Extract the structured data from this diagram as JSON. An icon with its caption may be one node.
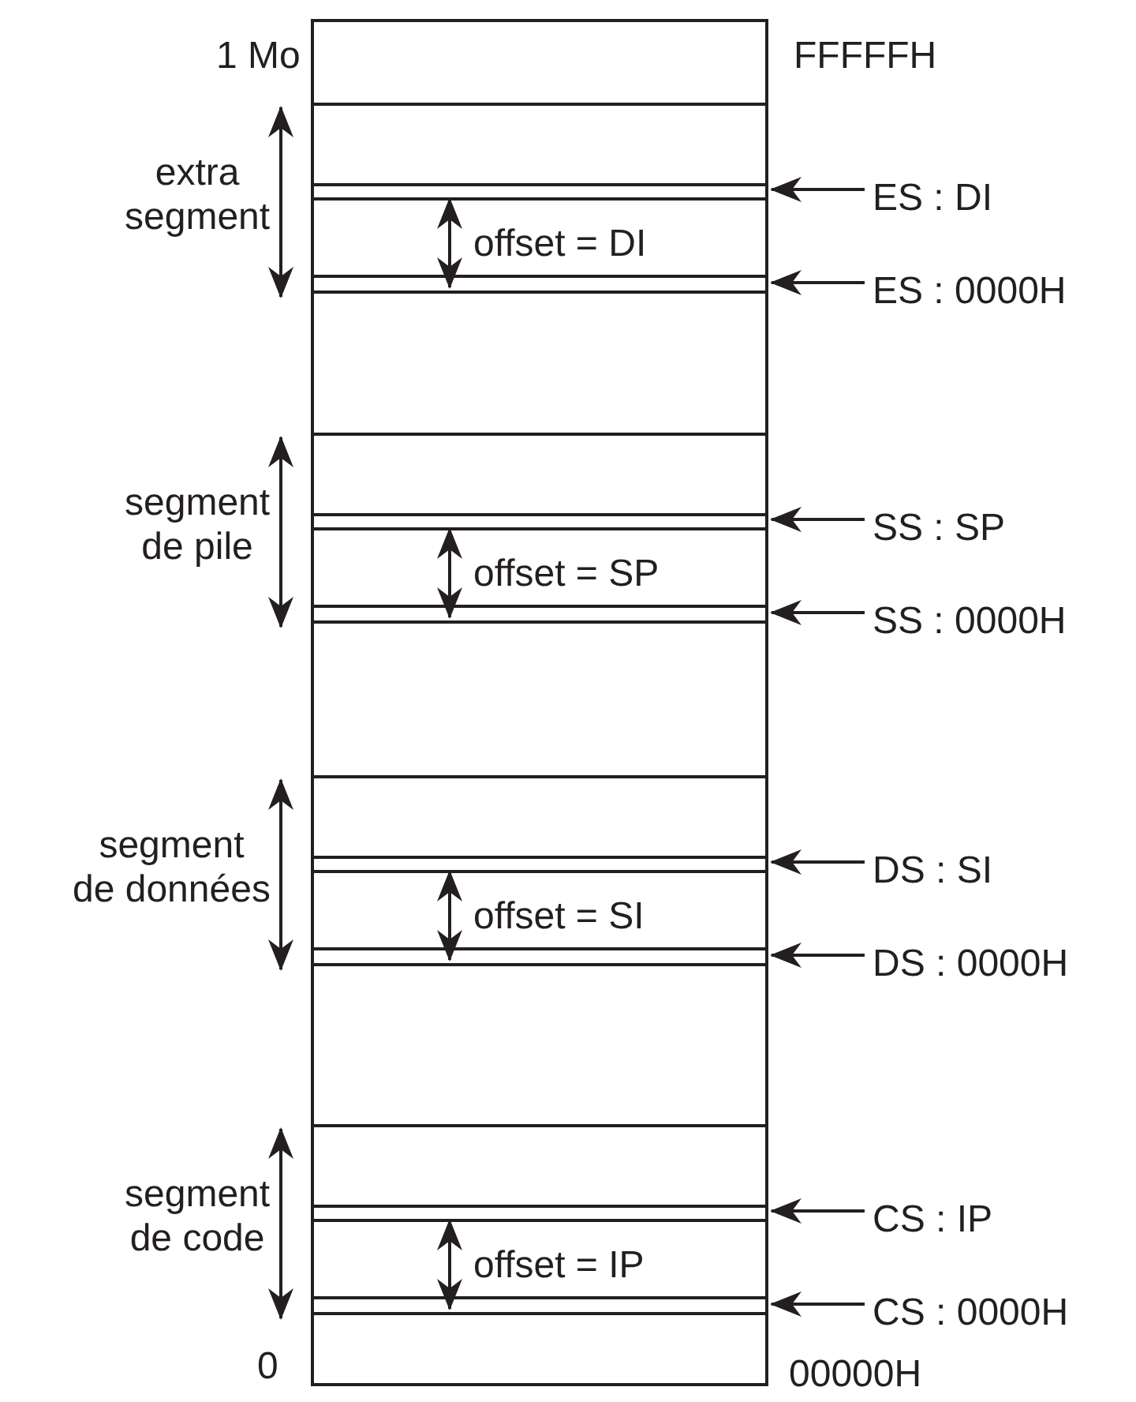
{
  "diagram": {
    "nodes": [
      {
        "text": [],
        "shape": "box"
      },
      {
        "text": [
          "ES : DI"
        ]
      },
      {
        "text": [
          "ES : 0000H"
        ]
      },
      {
        "text": [
          "SS : SP"
        ]
      },
      {
        "text": [
          "SS : 0000H"
        ]
      },
      {
        "text": [
          "DS : SI"
        ]
      },
      {
        "text": [
          "DS : 0000H"
        ]
      },
      {
        "text": [
          "CS : IP"
        ]
      },
      {
        "text": [
          "CS : 0000H"
        ]
      }
    ],
    "edges": [
      {
        "from": 1,
        "to": 0,
        "arrow": "to"
      },
      {
        "from": 2,
        "to": 0,
        "arrow": "to"
      },
      {
        "from": 3,
        "to": 0,
        "arrow": "to"
      },
      {
        "from": 4,
        "to": 0,
        "arrow": "to"
      },
      {
        "from": 5,
        "to": 0,
        "arrow": "to"
      },
      {
        "from": 6,
        "to": 0,
        "arrow": "to"
      },
      {
        "from": 7,
        "to": 0,
        "arrow": "to"
      },
      {
        "from": 8,
        "to": 0,
        "arrow": "to"
      }
    ],
    "labels": [
      "1 Mo",
      "FFFFFH",
      "extra segment",
      "offset = DI",
      "segment de pile",
      "offset = SP",
      "segment de données",
      "offset = SI",
      "segment de code",
      "offset = IP",
      "0",
      "00000H"
    ]
  }
}
